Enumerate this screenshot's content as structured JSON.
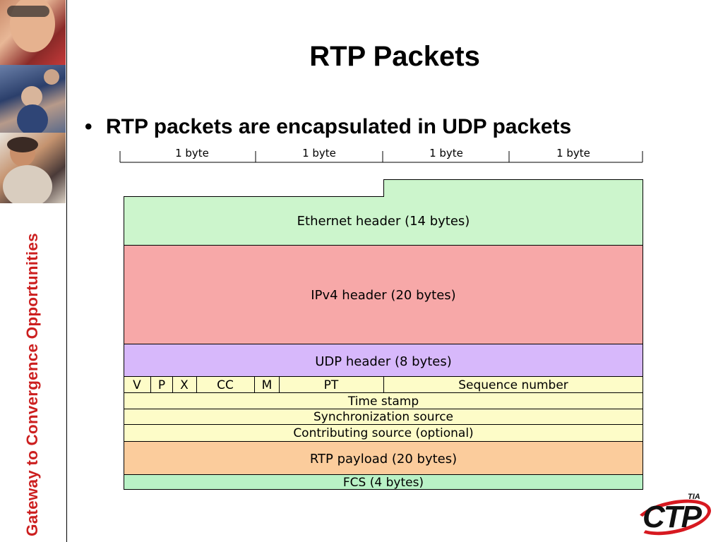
{
  "slide": {
    "title": "RTP Packets",
    "bullet": "RTP packets are encapsulated in UDP packets",
    "bullet_marker": "•",
    "sidebar_tagline": "Gateway to Convergence Opportunities",
    "logo_text": "CTP",
    "logo_superscript": "TIA"
  },
  "colors": {
    "ethernet": "#ccf5cc",
    "ipv4": "#f7a8a8",
    "udp": "#d7b8fb",
    "rtp_header": "#fdfcc8",
    "payload": "#fbcc9c",
    "fcs": "#b9f2c6",
    "tagline": "#cc1f1f",
    "logo_ring": "#d71920"
  },
  "diagram": {
    "byte_labels": [
      "1 byte",
      "1 byte",
      "1 byte",
      "1 byte"
    ],
    "ethernet_header": "Ethernet header (14 bytes)",
    "ipv4_header": "IPv4 header (20 bytes)",
    "udp_header": "UDP header (8 bytes)",
    "rtp_fields": {
      "v": "V",
      "p": "P",
      "x": "X",
      "cc": "CC",
      "m": "M",
      "pt": "PT",
      "sequence": "Sequence number"
    },
    "timestamp": "Time stamp",
    "sync_source": "Synchronization source",
    "contrib_source": "Contributing source (optional)",
    "payload": "RTP payload (20 bytes)",
    "fcs": "FCS (4 bytes)"
  }
}
